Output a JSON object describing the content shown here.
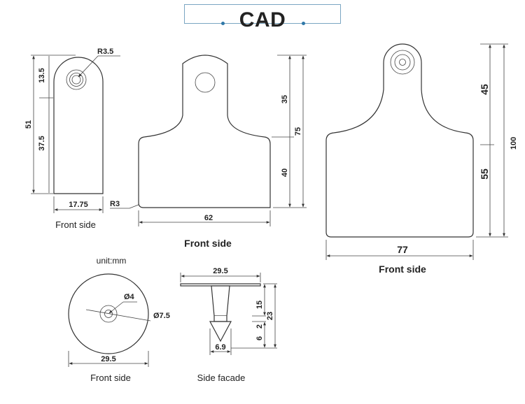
{
  "title": "CAD",
  "unit_note": "unit:mm",
  "captions": {
    "small_front": "Front side",
    "medium_front": "Front side",
    "large_front": "Front side",
    "round_front": "Front side",
    "side": "Side facade"
  },
  "small_tag": {
    "r_top": "R3.5",
    "h_top": "13.5",
    "h_total": "51",
    "h_lower": "37.5",
    "width": "17.75",
    "r_corner": "R3"
  },
  "medium_tag": {
    "h_upper": "35",
    "h_total": "75",
    "h_lower": "40",
    "width": "62"
  },
  "large_tag": {
    "h_upper": "45",
    "h_total": "100",
    "h_lower": "55",
    "width": "77"
  },
  "round_tag": {
    "d_hole": "Ø4",
    "d_boss": "Ø7.5",
    "diameter": "29.5"
  },
  "side_view": {
    "width": "29.5",
    "h_pin": "15",
    "h_total": "23",
    "h_neck": "2",
    "h_tip": "6",
    "d_tip": "6.9"
  }
}
